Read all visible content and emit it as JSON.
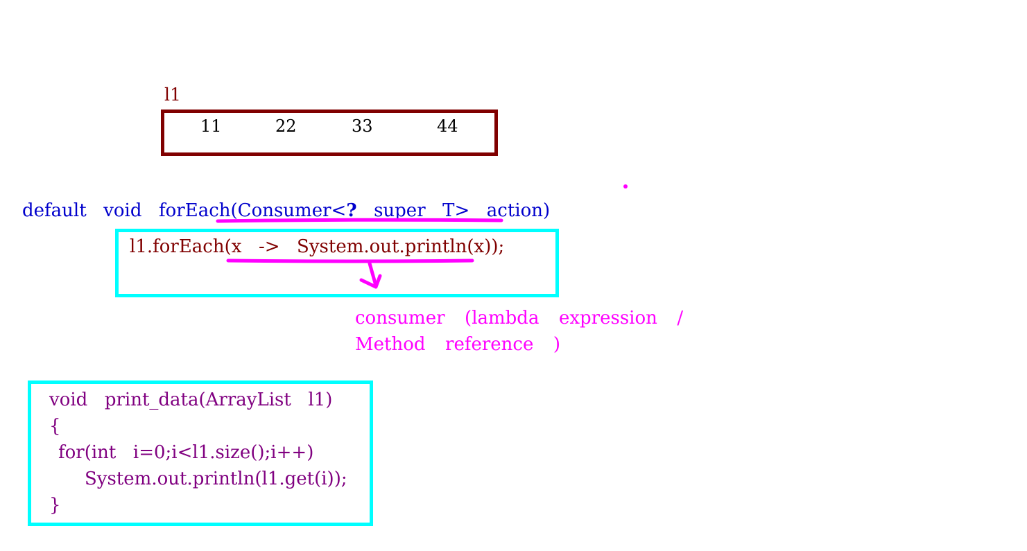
{
  "array": {
    "label": "l1",
    "values": [
      "11",
      "22",
      "33",
      "44"
    ]
  },
  "signature": {
    "prefix": "default  void  forEach(",
    "consumer_part": "Consumer<",
    "wildcard": "?",
    "rest": "  super  T>  action)"
  },
  "foreach_call": {
    "prefix": "l1.forEach(",
    "lambda": "x  ->  System.out.println(x)",
    "suffix": ");"
  },
  "consumer_note": {
    "line1": "consumer  (lambda  expression  /",
    "line2": "Method  reference  )"
  },
  "print_method": {
    "line1": "void  print_data(ArrayList  l1)",
    "line2": "{",
    "line3": "for(int  i=0;i<l1.size();i++)",
    "line4": "System.out.println(l1.get(i));",
    "line5": "}"
  },
  "colors": {
    "array_border": "#800000",
    "signature": "#0000cc",
    "highlight": "#ff00ff",
    "box": "#00ffff",
    "code": "#800080"
  }
}
